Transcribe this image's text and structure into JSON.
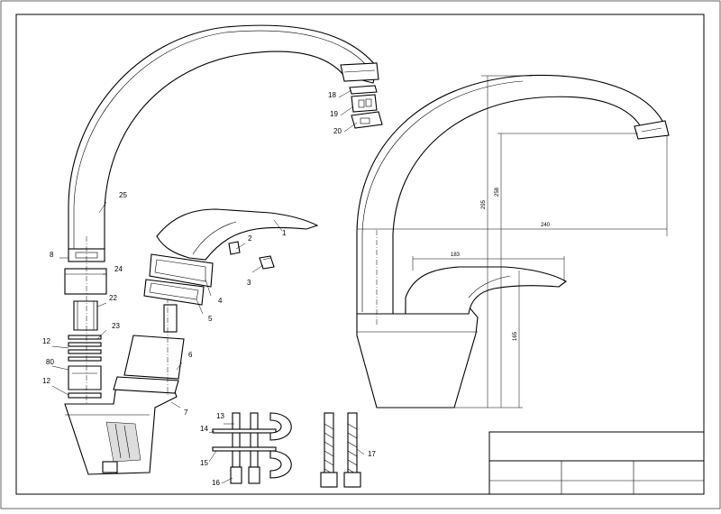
{
  "drawing": {
    "callouts": [
      "1",
      "2",
      "3",
      "4",
      "5",
      "6",
      "7",
      "8",
      "12",
      "12",
      "13",
      "14",
      "15",
      "16",
      "17",
      "18",
      "19",
      "20",
      "22",
      "23",
      "24",
      "25",
      "80"
    ],
    "dimensions": [
      "240",
      "258",
      "295",
      "183",
      "165"
    ]
  }
}
